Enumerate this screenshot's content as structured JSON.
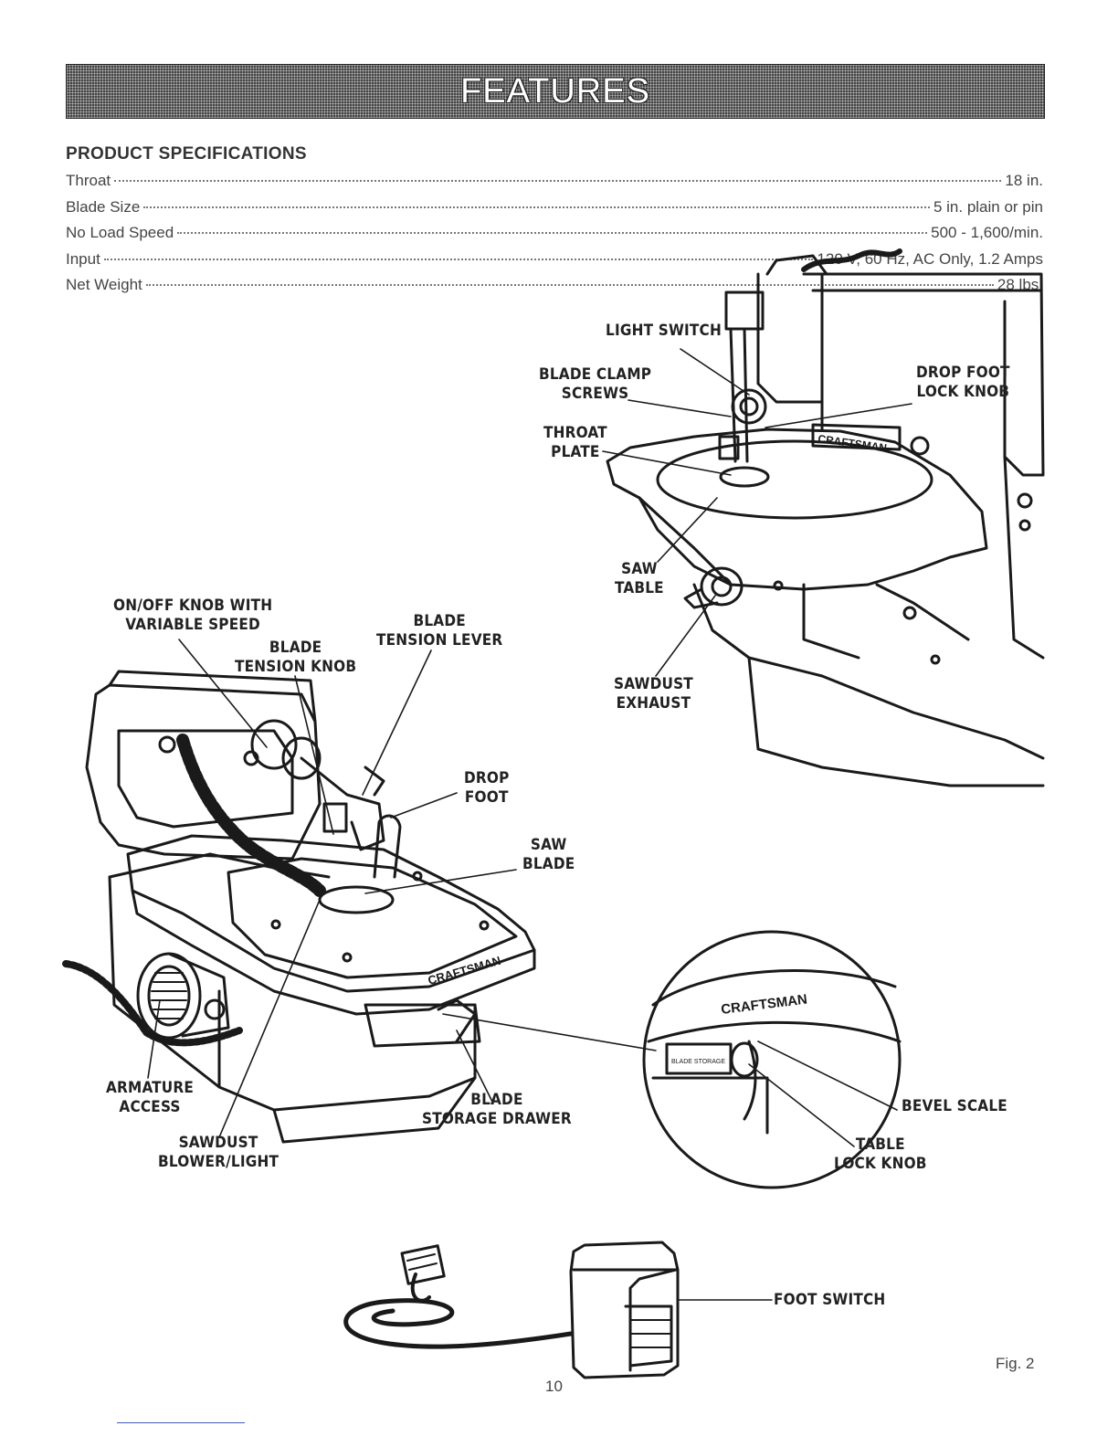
{
  "banner": {
    "title": "FEATURES"
  },
  "specs": {
    "heading": "PRODUCT SPECIFICATIONS",
    "rows": [
      {
        "label": "Throat",
        "value": "18 in."
      },
      {
        "label": "Blade Size",
        "value": "5 in. plain or pin"
      },
      {
        "label": "No Load Speed",
        "value": "500 - 1,600/min."
      },
      {
        "label": "Input",
        "value": "120 V, 60 Hz, AC Only, 1.2 Amps"
      },
      {
        "label": "Net Weight",
        "value": "28 lbs."
      }
    ]
  },
  "callouts": {
    "light_switch": [
      "LIGHT SWITCH"
    ],
    "blade_clamp_screws": [
      "BLADE CLAMP",
      "SCREWS"
    ],
    "drop_foot_lock_knob": [
      "DROP FOOT",
      "LOCK KNOB"
    ],
    "throat_plate": [
      "THROAT",
      "PLATE"
    ],
    "saw_table": [
      "SAW",
      "TABLE"
    ],
    "sawdust_exhaust": [
      "SAWDUST",
      "EXHAUST"
    ],
    "on_off_knob": [
      "ON/OFF KNOB WITH",
      "VARIABLE SPEED"
    ],
    "blade_tension_lever": [
      "BLADE",
      "TENSION LEVER"
    ],
    "blade_tension_knob": [
      "BLADE",
      "TENSION KNOB"
    ],
    "drop_foot": [
      "DROP",
      "FOOT"
    ],
    "saw_blade": [
      "SAW",
      "BLADE"
    ],
    "armature_access": [
      "ARMATURE",
      "ACCESS"
    ],
    "blade_storage_drawer": [
      "BLADE",
      "STORAGE DRAWER"
    ],
    "sawdust_blower_light": [
      "SAWDUST",
      "BLOWER/LIGHT"
    ],
    "bevel_scale": [
      "BEVEL SCALE"
    ],
    "table_lock_knob": [
      "TABLE",
      "LOCK KNOB"
    ],
    "foot_switch": [
      "FOOT SWITCH"
    ]
  },
  "brand_marks": {
    "logo": "CRAFTSMAN",
    "drawer_tag": "BLADE STORAGE"
  },
  "figure_label": "Fig. 2",
  "page_number": "10"
}
